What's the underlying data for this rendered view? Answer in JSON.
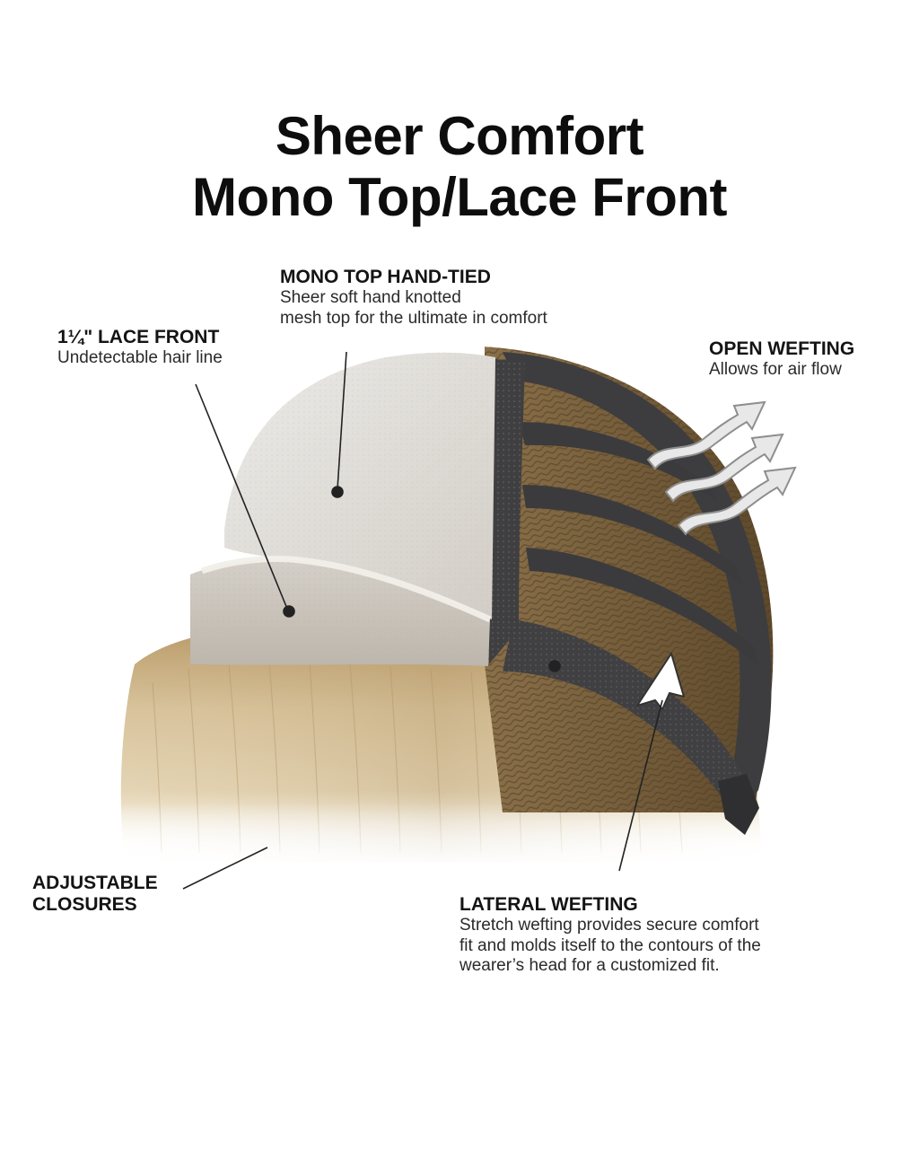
{
  "title": {
    "line1": "Sheer Comfort",
    "line2": "Mono Top/Lace Front"
  },
  "callouts": {
    "mono_top": {
      "heading": "MONO TOP HAND-TIED",
      "line1": "Sheer soft hand knotted",
      "line2": "mesh top for the ultimate in comfort"
    },
    "lace_front": {
      "heading": "1¼\" LACE FRONT",
      "line1": "Undetectable hair line"
    },
    "open_wefting": {
      "heading": "OPEN WEFTING",
      "line1": "Allows for air flow"
    },
    "adjustable": {
      "line1": "ADJUSTABLE",
      "line2": "CLOSURES"
    },
    "lateral": {
      "heading": "LATERAL WEFTING",
      "line1": "Stretch wefting provides secure comfort",
      "line2": "fit and molds itself to the contours of the",
      "line3": "wearer’s head for a customized fit."
    }
  },
  "colors": {
    "background": "#ffffff",
    "text": "#111111",
    "hair_light": "#d8c39c",
    "hair_dark": "#8e7347",
    "mono_mesh": "#dcd8d2",
    "lace": "#cbc6bf",
    "band": "#3d3d3f",
    "weft_hair": "#7a6240",
    "arrow_gray": "#9a9a9a"
  },
  "icons": {
    "airflow": "wavy-arrow-icon",
    "pointer": "outline-arrow-icon"
  }
}
